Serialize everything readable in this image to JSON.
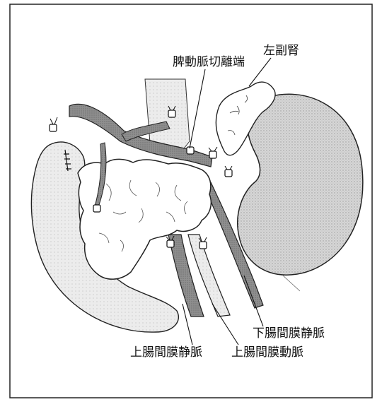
{
  "labels": {
    "left_adrenal": "左副腎",
    "splenic_vein_cut_end": "脾動脈切離端",
    "inferior_mesenteric_vein": "下腸間膜静脈",
    "superior_mesenteric_vein": "上腸間膜静脈",
    "superior_mesenteric_artery": "上腸間膜動脈"
  },
  "colors": {
    "ink": "#111111",
    "shade": "#c9c9c9",
    "vessel": "#8a8a8a",
    "background": "#ffffff"
  }
}
